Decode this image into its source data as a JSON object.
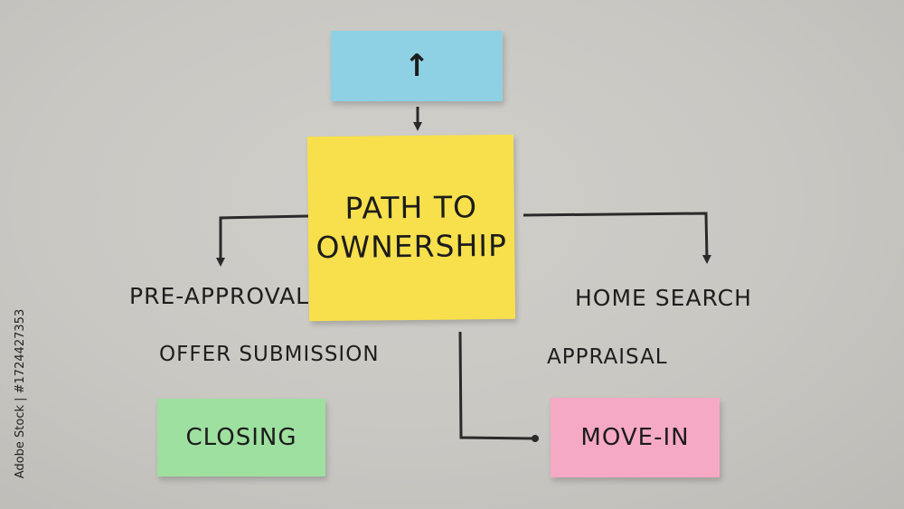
{
  "colors": {
    "background": "#c9c7c2",
    "note_top": "#8fd1e4",
    "note_center": "#f7e04c",
    "note_closing": "#9ee09f",
    "note_movein": "#f6a9c4",
    "ink": "#2a2a2a"
  },
  "notes": {
    "top": {
      "icon": "arrow-up-icon",
      "glyph": "↑"
    },
    "center": {
      "line1": "PATH TO",
      "line2": "OWNERSHIP"
    },
    "closing": {
      "label": "CLOSING"
    },
    "movein": {
      "label": "MOVE-IN"
    }
  },
  "labels": {
    "preapproval": "PRE-APPROVAL",
    "home_search": "HOME SEARCH",
    "offer_submission": "OFFER SUBMISSION",
    "appraisal": "APPRAISAL"
  },
  "side_id": "Adobe Stock | #1724427353"
}
